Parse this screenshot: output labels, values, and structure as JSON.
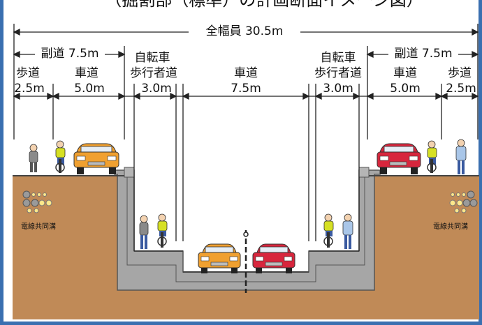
{
  "title_partial": "（掘割部（標準）の計画断面イメージ図）",
  "total_width": "全幅員 30.5m",
  "side_road_left": "副道 7.5m",
  "side_road_right": "副道 7.5m",
  "sidewalk": "歩道",
  "sidewalk_width": "2.5m",
  "roadway": "車道",
  "side_roadway_width": "5.0m",
  "bicycle_line1": "自転車",
  "bicycle_line2": "歩行者道",
  "bicycle_width": "3.0m",
  "main_roadway_width": "7.5m",
  "conduit_left": "電線共同溝",
  "conduit_right": "電線共同溝",
  "colors": {
    "earth": "#c08a57",
    "concrete": "#a6a6a6",
    "concrete_edge": "#555555",
    "car_orange": "#f0a030",
    "car_red": "#d7263d",
    "frame_blue": "#3a6fb0"
  }
}
